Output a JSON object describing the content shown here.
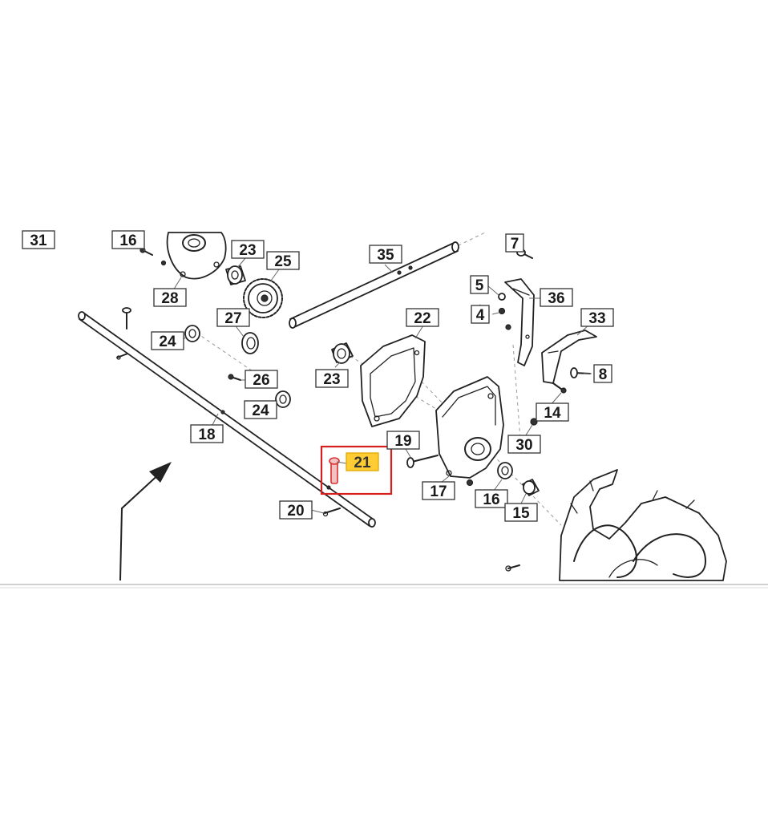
{
  "callouts": [
    {
      "id": "c31",
      "label": "31"
    },
    {
      "id": "c16a",
      "label": "16"
    },
    {
      "id": "c23a",
      "label": "23"
    },
    {
      "id": "c25",
      "label": "25"
    },
    {
      "id": "c28",
      "label": "28"
    },
    {
      "id": "c35",
      "label": "35"
    },
    {
      "id": "c7",
      "label": "7"
    },
    {
      "id": "c5",
      "label": "5"
    },
    {
      "id": "c36",
      "label": "36"
    },
    {
      "id": "c4",
      "label": "4"
    },
    {
      "id": "c33",
      "label": "33"
    },
    {
      "id": "c27",
      "label": "27"
    },
    {
      "id": "c22",
      "label": "22"
    },
    {
      "id": "c24a",
      "label": "24"
    },
    {
      "id": "c8",
      "label": "8"
    },
    {
      "id": "c23b",
      "label": "23"
    },
    {
      "id": "c26",
      "label": "26"
    },
    {
      "id": "c24b",
      "label": "24"
    },
    {
      "id": "c14",
      "label": "14"
    },
    {
      "id": "c18",
      "label": "18"
    },
    {
      "id": "c19",
      "label": "19"
    },
    {
      "id": "c30",
      "label": "30"
    },
    {
      "id": "c21",
      "label": "21"
    },
    {
      "id": "c17",
      "label": "17"
    },
    {
      "id": "c16b",
      "label": "16"
    },
    {
      "id": "c15",
      "label": "15"
    },
    {
      "id": "c20",
      "label": "20"
    }
  ],
  "highlighted_part": "21",
  "colors": {
    "highlight_fill": "#ffcc33",
    "selection_box": "#d61f1f"
  }
}
